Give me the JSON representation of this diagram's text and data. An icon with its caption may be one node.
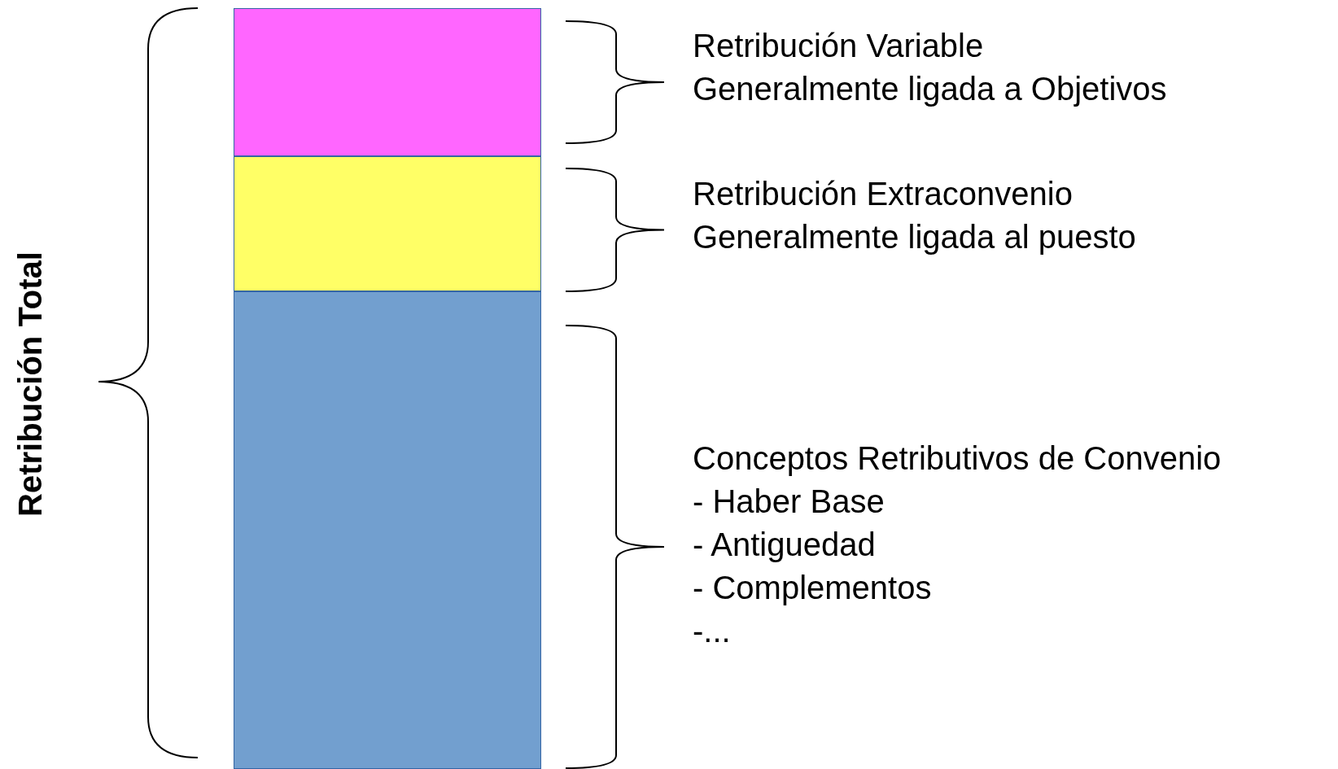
{
  "diagram": {
    "nodes": [
      {
        "text": [],
        "shape": "box",
        "beside": [
          "Retribución Variable",
          "Generalmente ligada a Objetivos"
        ]
      },
      {
        "text": [],
        "shape": "box",
        "beside": [
          "Retribución Extraconvenio",
          "Generalmente ligada al puesto"
        ]
      },
      {
        "text": [],
        "shape": "box",
        "beside": [
          "Conceptos Retributivos de Convenio",
          "- Haber Base",
          "- Antiguedad",
          "- Complementos",
          "-..."
        ]
      }
    ],
    "labels": [
      "Retribución Total"
    ]
  }
}
